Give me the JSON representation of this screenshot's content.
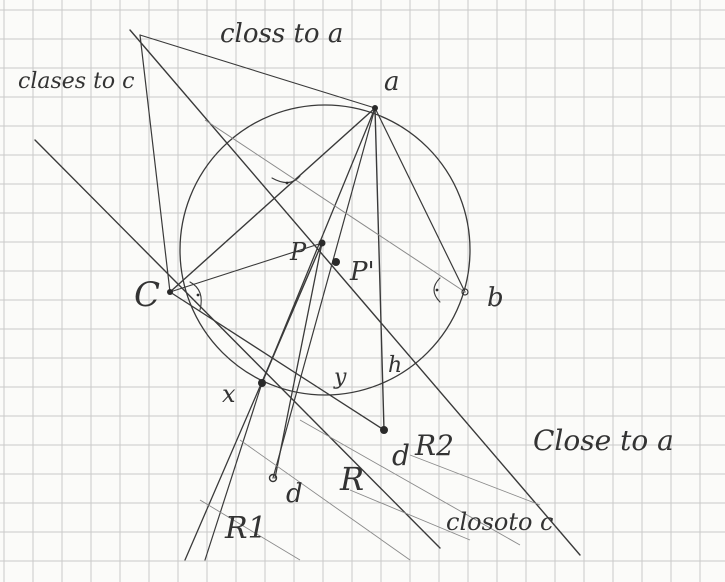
{
  "ink_color": "#333333",
  "grid_color": "#c9c9c9",
  "paper_color": "#fbfbf9",
  "labels": {
    "closest_to_a_top": "closs to a",
    "closest_to_c_left": "clases to c",
    "point_a": "a",
    "point_b": "b",
    "point_c": "C",
    "point_p": "P",
    "point_p_prime": "P'",
    "point_x": "x",
    "point_y": "y",
    "point_h": "h",
    "point_d_lower": "d",
    "point_d_right": "d",
    "region_r1": "R1",
    "region_r2": "R2",
    "region_r": "R",
    "closest_to_a_right": "Close to a",
    "closest_to_c_bottom": "closoto c"
  }
}
